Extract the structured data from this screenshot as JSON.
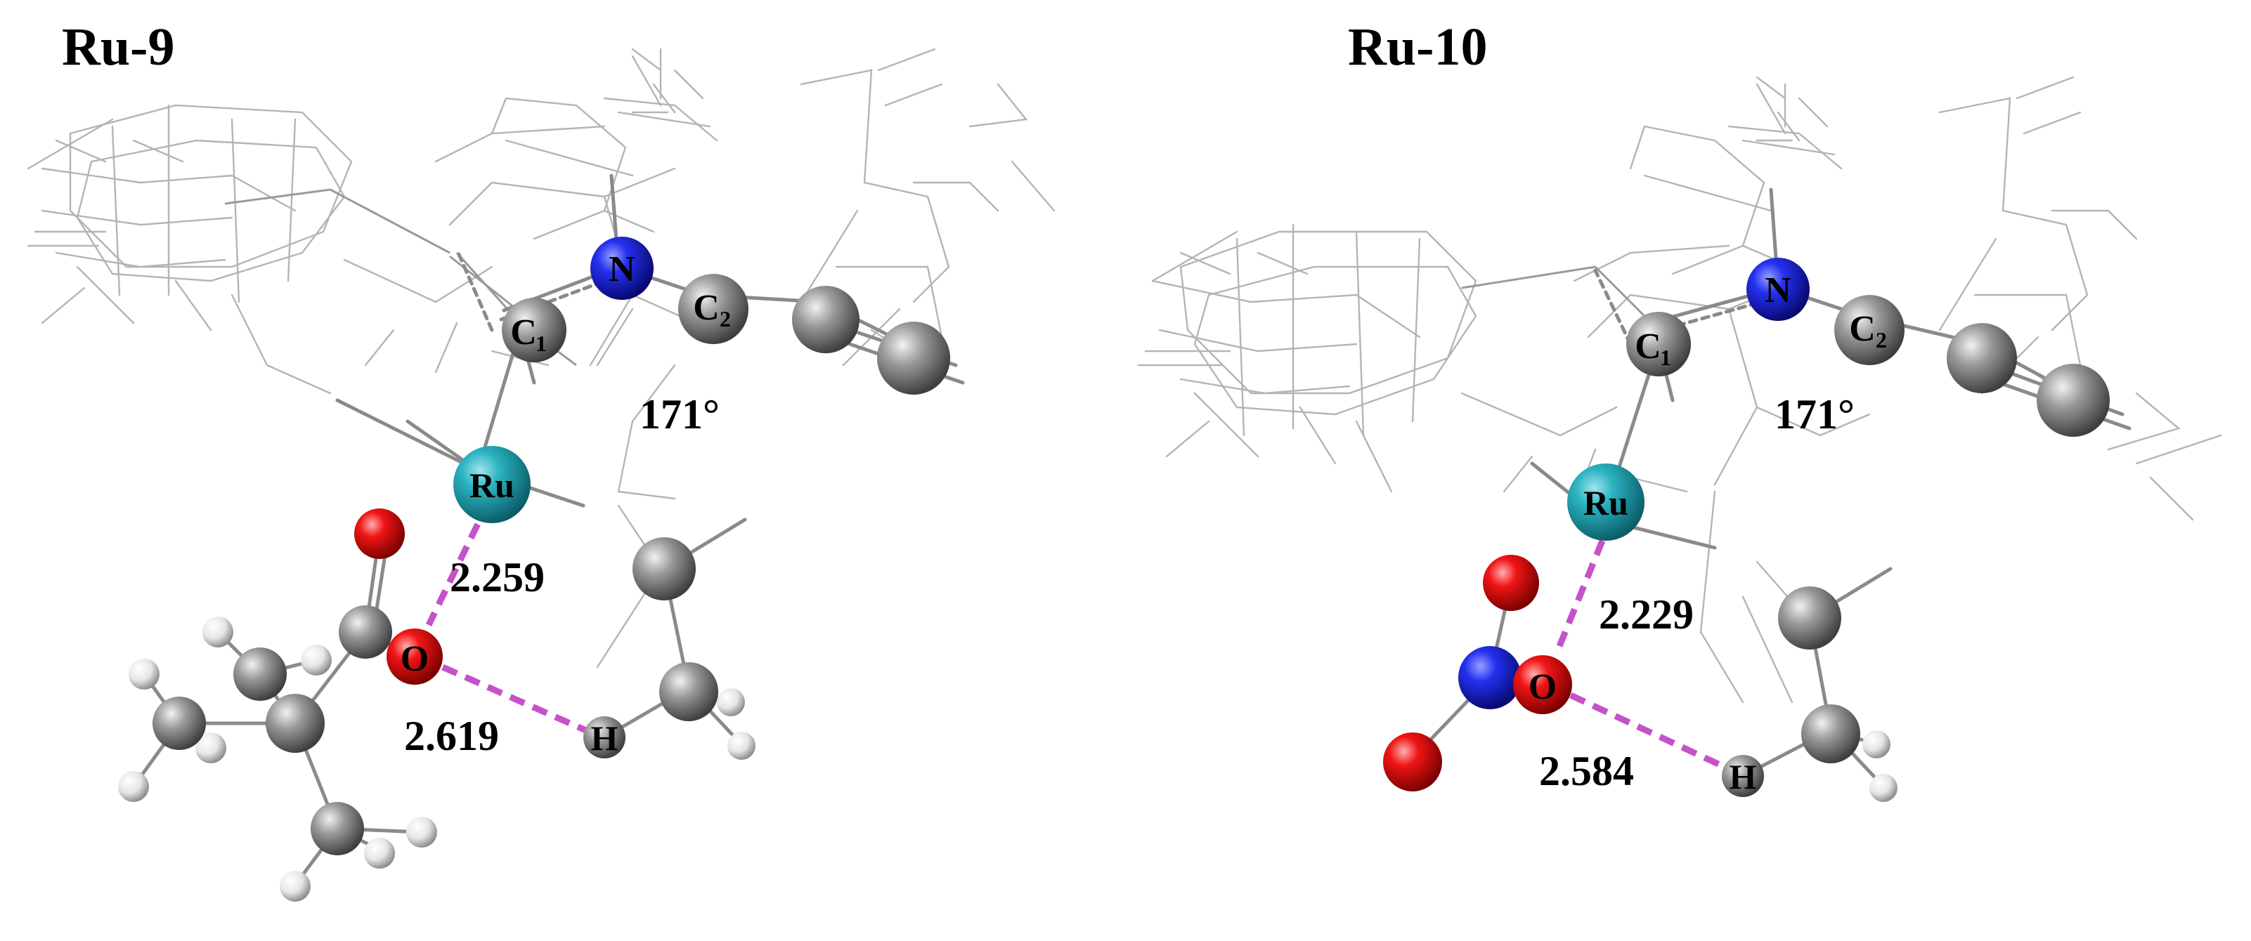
{
  "panels": [
    {
      "title": "Ru-9",
      "labels": {
        "ru": "Ru",
        "n": "N",
        "c1": "C",
        "c1_sub": "1",
        "c2": "C",
        "c2_sub": "2",
        "o": "O",
        "h": "H"
      },
      "angle": "171°",
      "ru_o_distance": "2.259",
      "o_h_distance": "2.619",
      "ligand": "pivalate"
    },
    {
      "title": "Ru-10",
      "labels": {
        "ru": "Ru",
        "n": "N",
        "c1": "C",
        "c1_sub": "1",
        "c2": "C",
        "c2_sub": "2",
        "o": "O",
        "h": "H"
      },
      "angle": "171°",
      "ru_o_distance": "2.229",
      "o_h_distance": "2.584",
      "ligand": "nitrate"
    }
  ],
  "colors": {
    "ruthenium": "#1e9aa8",
    "nitrogen": "#1a1ee0",
    "oxygen": "#ee0b0b",
    "carbon": "#8f8f8f",
    "hydrogen": "#e8e8e8",
    "contact_dash": "#c552c8",
    "wire": "#b4b4b4"
  }
}
